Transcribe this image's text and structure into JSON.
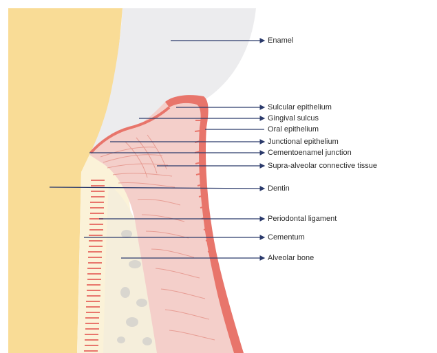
{
  "diagram": {
    "labels": [
      {
        "id": "enamel",
        "text": "Enamel"
      },
      {
        "id": "sulcular-epithelium",
        "text": "Sulcular epithelium"
      },
      {
        "id": "gingival-sulcus",
        "text": "Gingival sulcus"
      },
      {
        "id": "oral-epithelium",
        "text": "Oral epithelium"
      },
      {
        "id": "junctional-epithelium",
        "text": "Junctional epithelium"
      },
      {
        "id": "cementoenamel-junction",
        "text": "Cementoenamel junction"
      },
      {
        "id": "supra-alveolar-connective-tissue",
        "text": "Supra-alveolar connective tissue"
      },
      {
        "id": "dentin",
        "text": "Dentin"
      },
      {
        "id": "periodontal-ligament",
        "text": "Periodontal ligament"
      },
      {
        "id": "cementum",
        "text": "Cementum"
      },
      {
        "id": "alveolar-bone",
        "text": "Alveolar bone"
      }
    ],
    "colors": {
      "dentin": "#f9dc96",
      "enamel": "#eeeff1",
      "gingiva": "#f4cfca",
      "epithelium": "#e8786f",
      "bone": "#f6f0dc",
      "pointer": "#2b3a6b"
    }
  }
}
